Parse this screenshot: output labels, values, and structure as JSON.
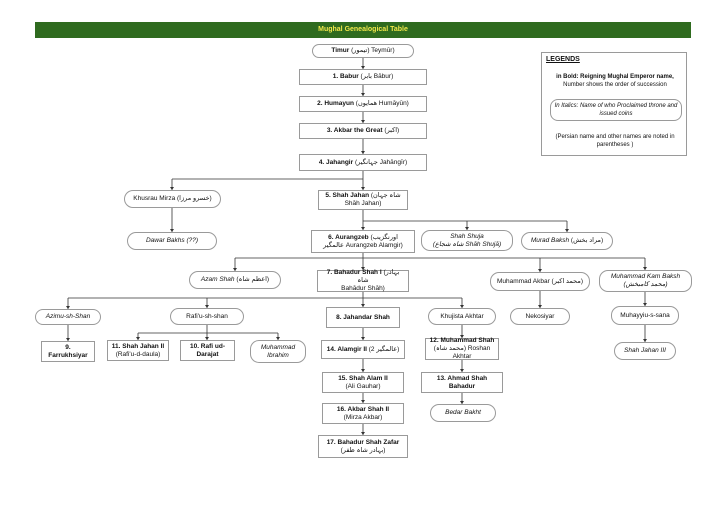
{
  "title": "Mughal Genealogical Table",
  "legend": {
    "heading": "LEGENDS",
    "line1_bold": "in Bold: Reigning Mughal Emperor name,",
    "line1_rest": "Number shows the order of succession",
    "line2": "In Italics: Name of who Proclaimed throne and issued coins",
    "line3": "(Persian name and other names are noted in parentheses )"
  },
  "nodes": {
    "timur": {
      "name": "Timur",
      "rest": " (تیمور) Teymūr)"
    },
    "babur": {
      "name": "1. Babur",
      "rest": " (بابر Bābur)"
    },
    "humayun": {
      "name": "2. Humayun",
      "rest": " (همایوں Humāyūn)"
    },
    "akbar": {
      "name": "3. Akbar the Great",
      "rest": " (اکبر)"
    },
    "jahangir": {
      "name": "4. Jahangir",
      "rest": " (جہانگیر Jahāngīr)"
    },
    "khusrau": {
      "name": "Khusrau Mirza",
      "rest": " (خسرو مرزا)"
    },
    "shahjahan": {
      "name": "5. Shah Jahan",
      "rest": " (شاہ جہان",
      "line2": "Shāh Jahan)"
    },
    "dawar": {
      "name": "Dawar Bakhs (??)"
    },
    "aurangzeb": {
      "name": "6. Aurangzeb",
      "rest": " (اورنگزیب",
      "line2": "عالمگیر Aurangzeb Alamgir)"
    },
    "shuja": {
      "name": "Shah Shuja",
      "line2": "(شاہ شجاع Shāh Shujā)"
    },
    "murad": {
      "name": "Murad Baksh",
      "rest": " (مراد بخش)"
    },
    "azam": {
      "name": "Azam Shah",
      "rest": " (اعظم شاہ)"
    },
    "bahadur1": {
      "name": "7. Bahadur Shah I",
      "rest": " (بہادر شاہ",
      "line2": "Bahādur Shāh)"
    },
    "makbar": {
      "name": "Muhammad Akbar",
      "rest": " (محمد اکبر)"
    },
    "kambaksh": {
      "name": "Muhammad Kam Baksh",
      "line2": "(محمد کامبخش)"
    },
    "azimush": {
      "name": "Azimu-sh-Shan"
    },
    "rafiush": {
      "name": "Rafi'u-sh-shan"
    },
    "jahandar": {
      "name": "8. Jahandar Shah"
    },
    "khujista": {
      "name": "Khujista Akhtar"
    },
    "nekosiyar": {
      "name": "Nekosiyar"
    },
    "muhayyiu": {
      "name": "Muhayyiu-s-sana"
    },
    "farrukh": {
      "name": "9.",
      "line2": "Farrukhsiyar"
    },
    "shahjahan2": {
      "name": "11. Shah Jahan II",
      "line2": "(Rafi'u-d-daula)"
    },
    "rafiud": {
      "name": "10. Rafi ud-",
      "line2": "Darajat"
    },
    "mibrahim": {
      "name": "Muhammad",
      "line2": "Ibrahim"
    },
    "alamgir2": {
      "name": "14. Alamgir II",
      "rest": " (عالمگیر 2)"
    },
    "mshah": {
      "name": "12. Muhammad Shah",
      "line2": "(محمد شاہ) Roshan Akhtar"
    },
    "shahjahan3": {
      "name": "Shah Jahan III"
    },
    "shahalam": {
      "name": "15. Shah Alam II",
      "line2": "(Ali Gauhar)"
    },
    "ahmadshah": {
      "name": "13. Ahmad Shah",
      "line2": "Bahadur"
    },
    "akbar2": {
      "name": "16. Akbar Shah II",
      "line2": "(Mirza Akbar)"
    },
    "bedar": {
      "name": "Bedar Bakht"
    },
    "zafar": {
      "name": "17. Bahadur Shah Zafar",
      "line2": "(بہادر شاہ ظفر)"
    }
  }
}
